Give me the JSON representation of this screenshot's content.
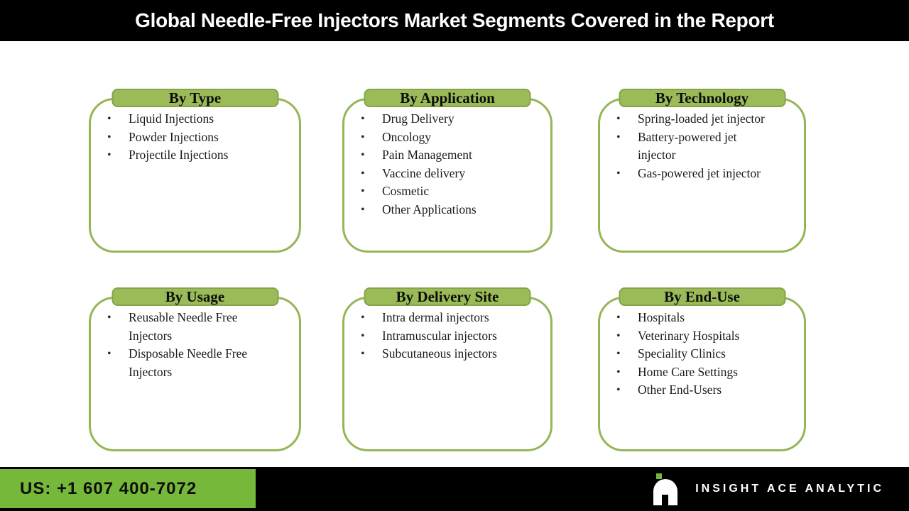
{
  "title": "Global Needle-Free Injectors Market Segments Covered in the Report",
  "bullet_char": "•",
  "segments": [
    {
      "heading": "By Type",
      "items": [
        "Liquid Injections",
        "Powder Injections",
        "Projectile Injections"
      ]
    },
    {
      "heading": "By Application",
      "items": [
        "Drug Delivery",
        "Oncology",
        "Pain Management",
        "Vaccine delivery",
        "Cosmetic",
        "Other Applications"
      ]
    },
    {
      "heading": "By Technology",
      "items": [
        "Spring-loaded jet injector",
        "Battery-powered jet injector",
        "Gas-powered jet injector"
      ]
    },
    {
      "heading": "By Usage",
      "items": [
        "Reusable Needle Free Injectors",
        "Disposable Needle Free Injectors"
      ]
    },
    {
      "heading": "By Delivery Site",
      "items": [
        "Intra dermal injectors",
        "Intramuscular injectors",
        "Subcutaneous injectors"
      ]
    },
    {
      "heading": "By End-Use",
      "items": [
        "Hospitals",
        "Veterinary Hospitals",
        "Speciality Clinics",
        "Home Care Settings",
        "Other End-Users"
      ]
    }
  ],
  "footer": {
    "phone": "US: +1 607 400-7072",
    "brand": "INSIGHT ACE ANALYTIC"
  },
  "colors": {
    "tab_fill": "#9bbb59",
    "tab_border": "#85a44a",
    "box_border": "#94b657",
    "footer_green": "#76b83a",
    "bar_black": "#000000",
    "text_dark": "#1b1b1b"
  }
}
